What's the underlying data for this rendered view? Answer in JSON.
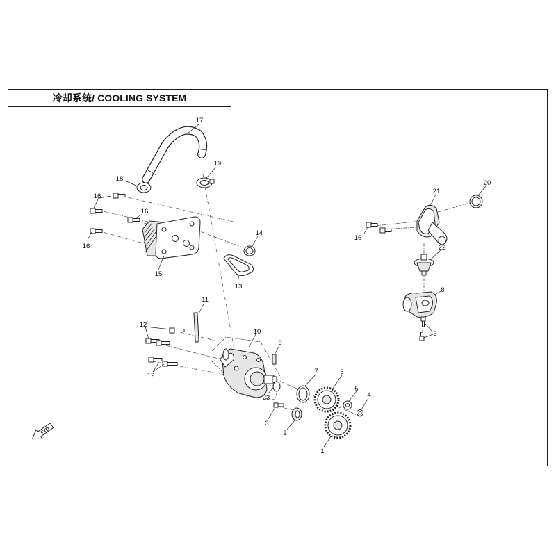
{
  "title": "冷却系统/ COOLING SYSTEM",
  "badge": {
    "text": "FTD"
  },
  "callouts": [
    {
      "id": "c1",
      "label": "1"
    },
    {
      "id": "c2",
      "label": "2"
    },
    {
      "id": "c3a",
      "label": "3"
    },
    {
      "id": "c3b",
      "label": "3"
    },
    {
      "id": "c4",
      "label": "4"
    },
    {
      "id": "c5",
      "label": "5"
    },
    {
      "id": "c6",
      "label": "6"
    },
    {
      "id": "c7",
      "label": "7"
    },
    {
      "id": "c8",
      "label": "8"
    },
    {
      "id": "c9",
      "label": "9"
    },
    {
      "id": "c10",
      "label": "10"
    },
    {
      "id": "c11",
      "label": "11"
    },
    {
      "id": "c12a",
      "label": "12"
    },
    {
      "id": "c12b",
      "label": "12"
    },
    {
      "id": "c13",
      "label": "13"
    },
    {
      "id": "c14",
      "label": "14"
    },
    {
      "id": "c15",
      "label": "15"
    },
    {
      "id": "c16a",
      "label": "16"
    },
    {
      "id": "c16b",
      "label": "16"
    },
    {
      "id": "c16c",
      "label": "16"
    },
    {
      "id": "c16d",
      "label": "16"
    },
    {
      "id": "c17",
      "label": "17"
    },
    {
      "id": "c18",
      "label": "18"
    },
    {
      "id": "c19",
      "label": "19"
    },
    {
      "id": "c20",
      "label": "20"
    },
    {
      "id": "c21",
      "label": "21"
    },
    {
      "id": "c22",
      "label": "22"
    },
    {
      "id": "c23",
      "label": "23"
    }
  ]
}
